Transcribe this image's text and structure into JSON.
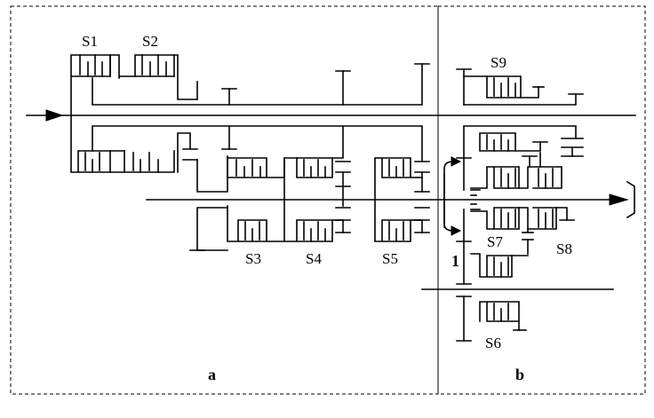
{
  "diagram": {
    "sections": [
      {
        "id": "a",
        "label": "a"
      },
      {
        "id": "b",
        "label": "b"
      }
    ],
    "elements": {
      "s1": "S1",
      "s2": "S2",
      "s3": "S3",
      "s4": "S4",
      "s5": "S5",
      "s6": "S6",
      "s7": "S7",
      "s8": "S8",
      "s9": "S9",
      "marker_1": "1"
    }
  }
}
